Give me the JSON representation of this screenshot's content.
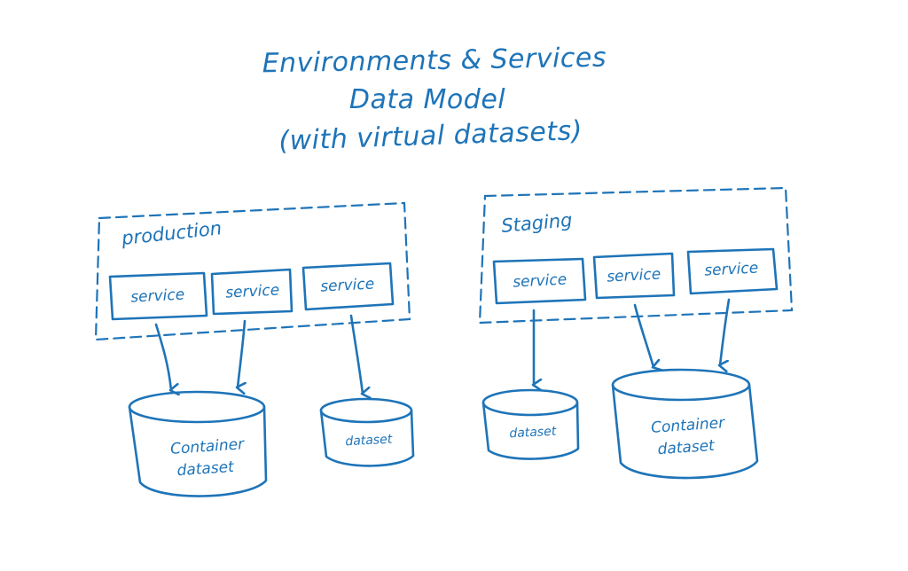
{
  "colors": {
    "ink": "#1e74b8",
    "background": "#ffffff"
  },
  "title": {
    "line1": "Environments & Services",
    "line2": "Data Model",
    "line3": "(with virtual datasets)"
  },
  "production": {
    "label": "production",
    "services": [
      "service",
      "service",
      "service"
    ],
    "container_dataset": {
      "line1": "Container",
      "line2": "dataset"
    },
    "dataset": "dataset"
  },
  "staging": {
    "label": "Staging",
    "services": [
      "service",
      "service",
      "service"
    ],
    "dataset": "dataset",
    "container_dataset": {
      "line1": "Container",
      "line2": "dataset"
    }
  }
}
